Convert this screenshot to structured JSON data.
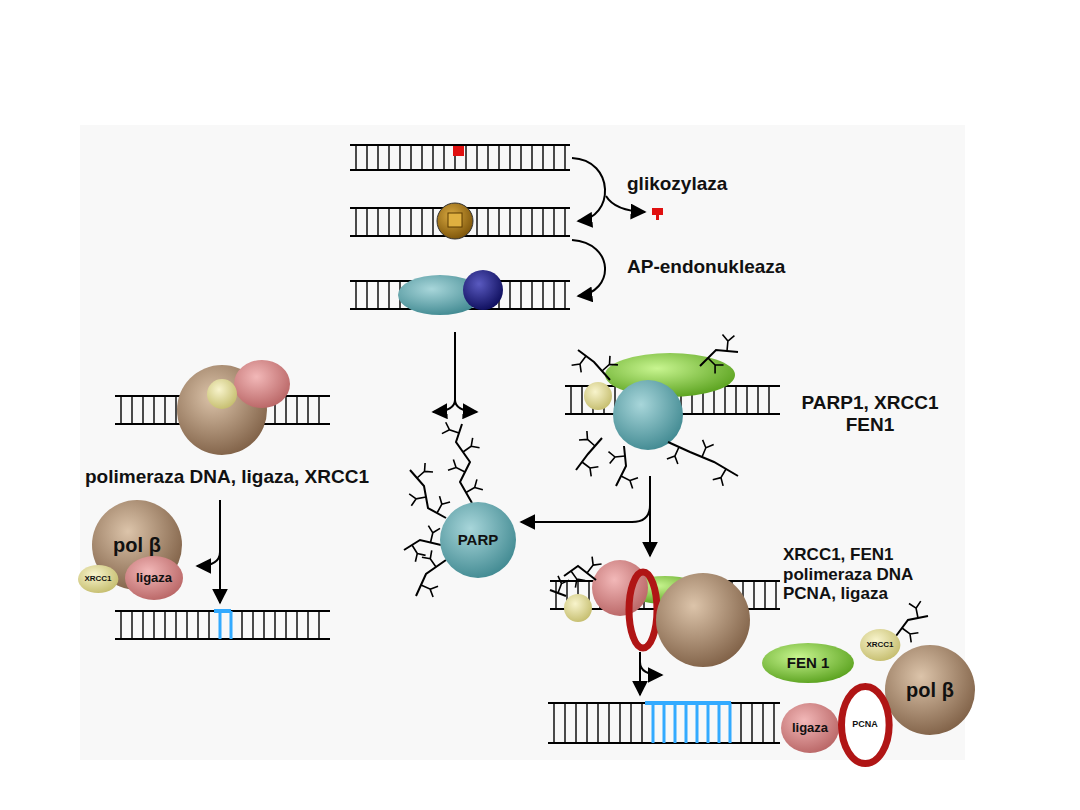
{
  "diagram": {
    "nodes": [
      {
        "text": [
          "pol β"
        ]
      },
      {
        "text": [
          "XRCC1"
        ]
      },
      {
        "text": [
          "ligaza"
        ]
      },
      {
        "text": [
          "PARP"
        ]
      },
      {
        "text": [
          "FEN 1"
        ]
      },
      {
        "text": [
          "XRCC1"
        ]
      },
      {
        "text": [
          "pol β"
        ]
      },
      {
        "text": [
          "ligaza"
        ]
      },
      {
        "text": [
          "PCNA"
        ]
      }
    ],
    "labels": [
      "glikozylaza",
      "AP-endonukleaza",
      "PARP1, XRCC1 FEN1",
      "polimeraza DNA, ligaza, XRCC1",
      "XRCC1, FEN1 polimeraza DNA PCNA, ligaza"
    ]
  }
}
